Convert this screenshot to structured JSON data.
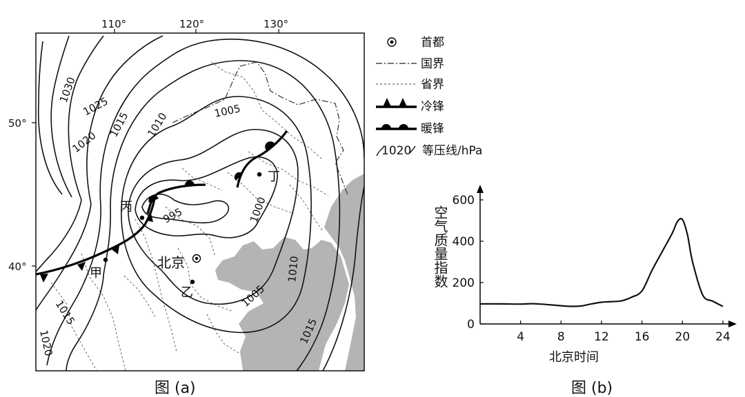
{
  "map": {
    "lon_labels": [
      "110°",
      "120°",
      "130°"
    ],
    "lat_labels": [
      "50°",
      "40°"
    ],
    "isobar_labels": [
      "1030",
      "1025",
      "1020",
      "1015",
      "1010",
      "1005",
      "995",
      "1000",
      "1005",
      "1010",
      "1015",
      "1015",
      "1020"
    ],
    "places": {
      "capital": "北京",
      "jia": "甲",
      "yi": "乙",
      "bing": "丙",
      "ding": "丁"
    },
    "caption": "图 (a)",
    "land_color": "#ffffff",
    "sea_color": "#b4b4b4"
  },
  "legend": {
    "capital": "首都",
    "national_border": "国界",
    "provincial_border": "省界",
    "cold_front": "冷锋",
    "warm_front": "暖锋",
    "isobar_sample": "1020",
    "isobar": "等压线/hPa"
  },
  "chart_data": {
    "type": "line",
    "caption": "图 (b)",
    "xlabel": "北京时间",
    "ylabel": "空气质量指数",
    "xlim": [
      0,
      24
    ],
    "ylim": [
      0,
      600
    ],
    "xticks": [
      4,
      8,
      12,
      16,
      20,
      24
    ],
    "yticks": [
      0,
      200,
      400,
      600
    ],
    "series": [
      {
        "x": [
          0,
          2,
          4,
          5,
          6,
          8,
          9,
          10,
          11,
          12,
          13,
          14,
          15,
          16,
          17,
          18,
          19,
          19.5,
          20,
          20.5,
          21,
          22,
          23,
          24
        ],
        "y": [
          97,
          97,
          96,
          98,
          96,
          88,
          85,
          87,
          97,
          105,
          108,
          112,
          130,
          160,
          260,
          350,
          440,
          495,
          505,
          430,
          300,
          140,
          110,
          85
        ]
      }
    ]
  }
}
